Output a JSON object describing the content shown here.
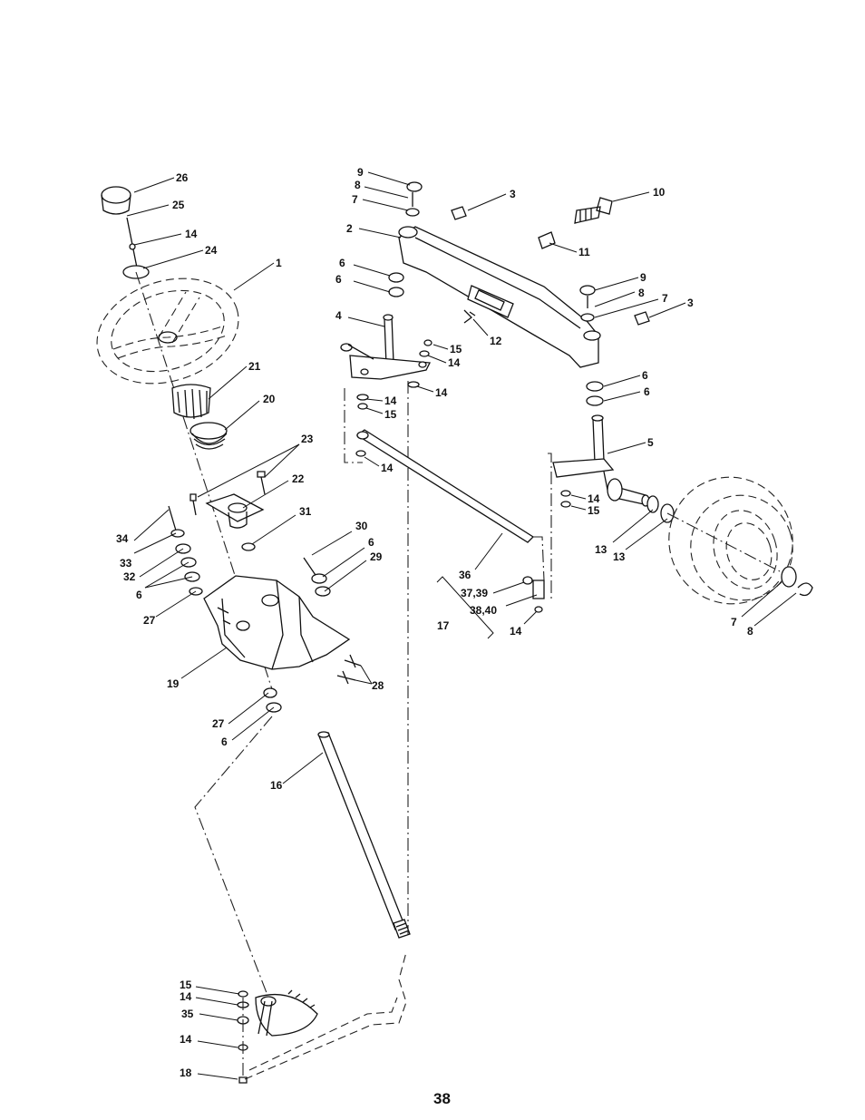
{
  "page_number": "38",
  "callouts": [
    "26",
    "25",
    "14",
    "24",
    "1",
    "21",
    "20",
    "23",
    "22",
    "31",
    "34",
    "33",
    "32",
    "6",
    "27",
    "30",
    "29",
    "19",
    "28",
    "16",
    "15",
    "35",
    "18",
    "9",
    "8",
    "7",
    "3",
    "10",
    "2",
    "11",
    "4",
    "12",
    "5",
    "13",
    "36",
    "37,39",
    "38,40",
    "17"
  ]
}
